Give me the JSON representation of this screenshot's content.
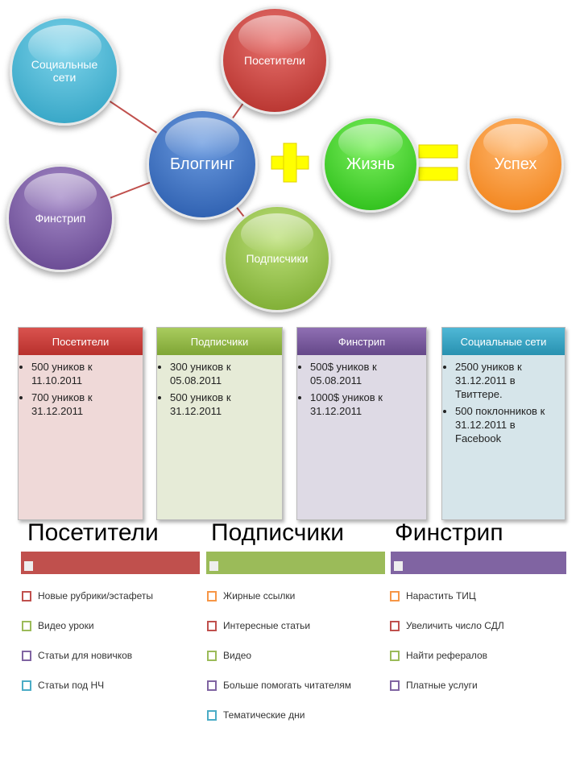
{
  "circles": {
    "social": "Социальные сети",
    "visitors": "Посетители",
    "blogging": "Блоггинг",
    "finstrip": "Финстрип",
    "subscribers": "Подписчики",
    "life": "Жизнь",
    "success": "Успех"
  },
  "cards": [
    {
      "title": "Посетители",
      "items": [
        "500 уников к 11.10.2011",
        "700 уников к 31.12.2011"
      ]
    },
    {
      "title": "Подписчики",
      "items": [
        "300 уников к 05.08.2011",
        "500 уников к 31.12.2011"
      ]
    },
    {
      "title": "Финстрип",
      "items": [
        "500$ уников к 05.08.2011",
        "1000$ уников к 31.12.2011"
      ]
    },
    {
      "title": "Социальные сети",
      "items": [
        "2500 уников к 31.12.2011 в Твиттере.",
        "500 поклонников к 31.12.2011 в Facebook"
      ]
    }
  ],
  "lists": [
    {
      "title": "Посетители",
      "items": [
        "Новые рубрики/эстафеты",
        "Видео уроки",
        "Статьи для новичков",
        "Статьи под НЧ"
      ]
    },
    {
      "title": "Подписчики",
      "items": [
        "Жирные ссылки",
        "Интересные статьи",
        "Видео",
        "Больше помогать читателям",
        "Тематические дни"
      ]
    },
    {
      "title": "Финстрип",
      "items": [
        "Нарастить ТИЦ",
        "Увеличить число СДЛ",
        "Найти рефералов",
        "Платные услуги"
      ]
    }
  ],
  "colors": {
    "red": "#c0504d",
    "green": "#9bbb59",
    "purple": "#8064a2",
    "blue": "#4bacc6",
    "orange": "#f79646",
    "yellow": "#ffff00"
  }
}
